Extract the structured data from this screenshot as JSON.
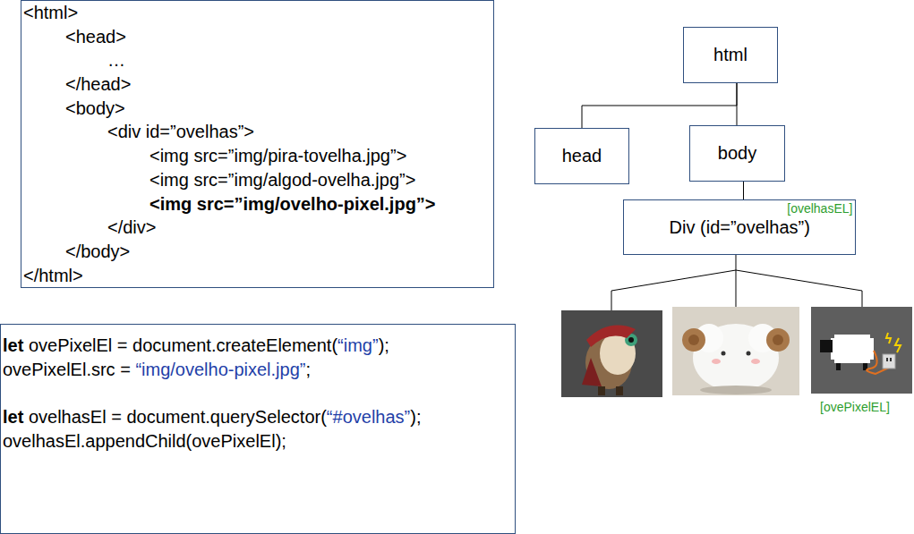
{
  "diagram": {
    "nodes": [
      {
        "text": [
          "<html>",
          "<head>",
          "…",
          "</head>",
          "<body>",
          "<div id=”ovelhas”>",
          "<img src=”img/pira-tovelha.jpg”>",
          "<img src=”img/algod-ovelha.jpg”>",
          "<img src=”img/ovelho-pixel.jpg”>",
          "</div>",
          "</body>",
          "</html>"
        ]
      },
      {
        "text": [
          "let ovePixelEl = document.createElement(“img”);",
          "ovePixelEl.src = “img/ovelho-pixel.jpg”;",
          "let ovelhasEl = document.querySelector(“#ovelhas”);",
          "ovelhasEl.appendChild(ovePixelEl);"
        ]
      },
      {
        "text": [
          "html"
        ]
      },
      {
        "text": [
          "head"
        ]
      },
      {
        "text": [
          "body"
        ]
      },
      {
        "text": [
          "Div (id=”ovelhas”)",
          "[ovelhasEL]"
        ]
      }
    ],
    "edges": [
      {
        "from": 2,
        "to": 3,
        "arrow": "none"
      },
      {
        "from": 2,
        "to": 4,
        "arrow": "none"
      },
      {
        "from": 4,
        "to": 5,
        "arrow": "none"
      }
    ],
    "labels": [
      "[ovePixelEL]"
    ]
  }
}
